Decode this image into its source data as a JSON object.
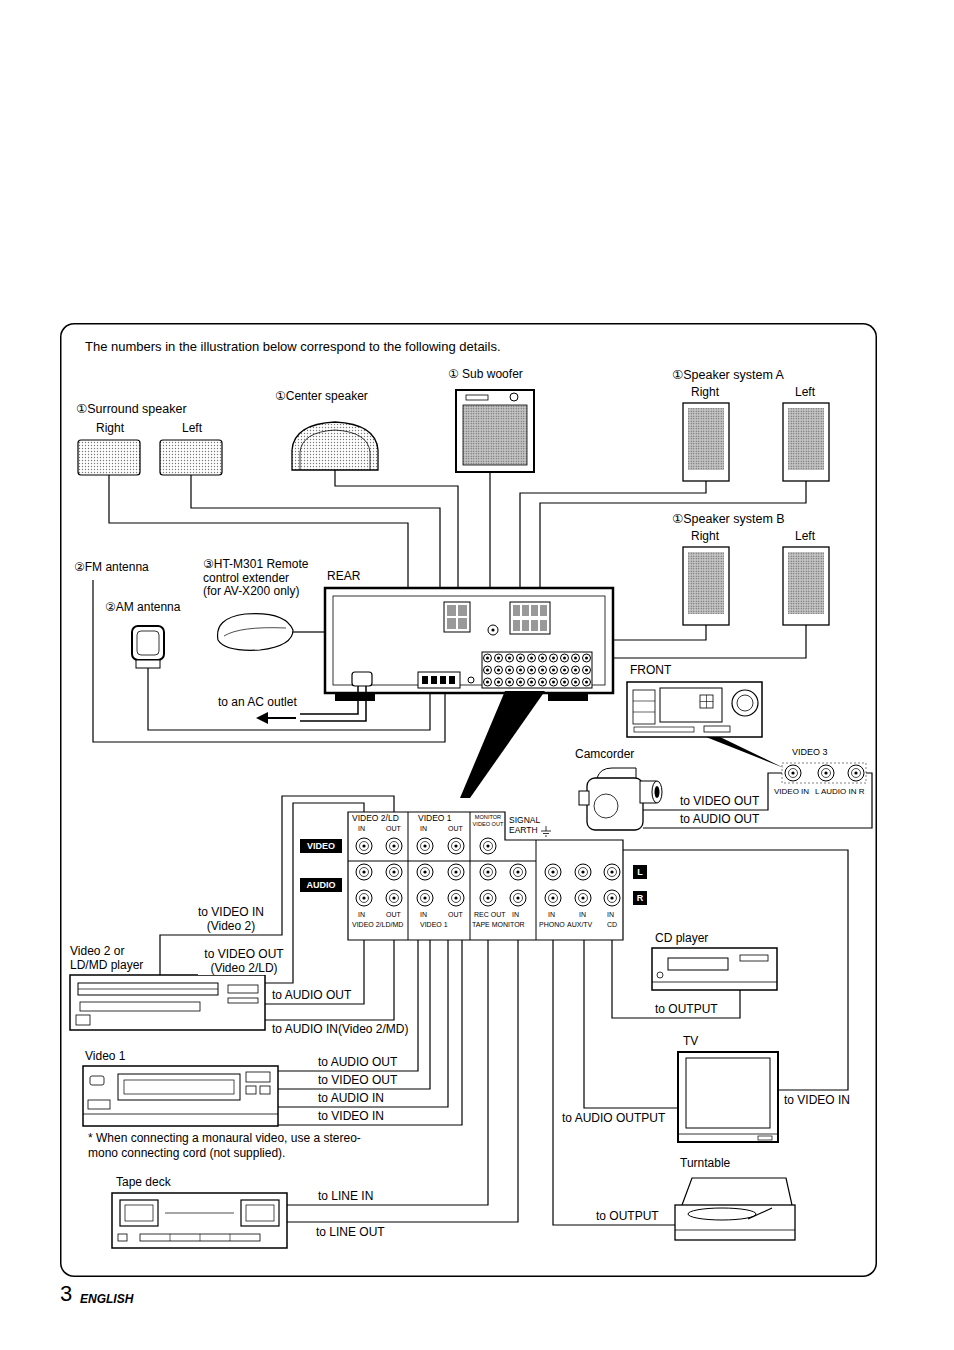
{
  "diagram": {
    "nodes": [
      {
        "text": [
          "The numbers in the illustration below correspond to the following details."
        ]
      },
      {
        "text": [
          "Right"
        ],
        "in": 0
      },
      {
        "text": [
          "Left"
        ],
        "in": 0
      },
      {
        "text": [
          "①Center speaker"
        ],
        "in": 0
      },
      {
        "text": [
          "① Sub woofer"
        ],
        "in": 0
      },
      {
        "text": [
          "Right"
        ],
        "in": 0
      },
      {
        "text": [
          "Left"
        ],
        "in": 0
      },
      {
        "text": [
          "Right"
        ],
        "in": 0
      },
      {
        "text": [
          "Left"
        ],
        "in": 0
      },
      {
        "text": [
          "②FM antenna"
        ],
        "in": 0
      },
      {
        "text": [
          "②AM antenna"
        ],
        "in": 0
      },
      {
        "text": [
          "③HT-M301 Remote control extender (for AV-X200 only)"
        ],
        "in": 0
      },
      {
        "text": [
          "REAR"
        ],
        "in": 0
      },
      {
        "text": [
          "FRONT"
        ],
        "in": 0
      },
      {
        "text": [
          "VIDEO 3",
          "VIDEO IN",
          "L AUDIO IN R"
        ],
        "in": 0
      },
      {
        "text": [
          "Camcorder"
        ],
        "in": 0
      },
      {
        "text": [
          "VIDEO 2/LD",
          "IN",
          "OUT",
          "VIDEO 1",
          "IN",
          "OUT",
          "MONITOR VIDEO OUT",
          "SIGNAL EARTH",
          "IN",
          "OUT",
          "IN",
          "OUT",
          "REC OUT",
          "IN",
          "IN",
          "IN",
          "IN",
          "VIDEO 2/LD/MD",
          "VIDEO 1",
          "TAPE MONITOR",
          "PHONO",
          "AUX/TV",
          "CD"
        ],
        "in": 0
      },
      {
        "text": [
          "Video 2 or LD/MD player"
        ],
        "in": 0
      },
      {
        "text": [
          "Video 1"
        ],
        "in": 0
      },
      {
        "text": [
          "Tape deck"
        ],
        "in": 0
      },
      {
        "text": [
          "CD player"
        ],
        "in": 0
      },
      {
        "text": [
          "TV"
        ],
        "in": 0
      },
      {
        "text": [
          "Turntable"
        ],
        "in": 0
      }
    ],
    "edges": [
      {
        "from": 1,
        "to": 12,
        "arrow": "none"
      },
      {
        "from": 2,
        "to": 12,
        "arrow": "none"
      },
      {
        "from": 3,
        "to": 12,
        "arrow": "none"
      },
      {
        "from": 4,
        "to": 12,
        "arrow": "none"
      },
      {
        "from": 5,
        "to": 12,
        "arrow": "none"
      },
      {
        "from": 6,
        "to": 12,
        "arrow": "none"
      },
      {
        "from": 7,
        "to": 12,
        "arrow": "none"
      },
      {
        "from": 8,
        "to": 12,
        "arrow": "none"
      },
      {
        "from": 9,
        "to": 12,
        "arrow": "none"
      },
      {
        "from": 10,
        "to": 12,
        "arrow": "none"
      },
      {
        "from": 11,
        "to": 12,
        "arrow": "none"
      },
      {
        "from": 15,
        "to": 14,
        "label": "to VIDEO OUT",
        "arrow": "none"
      },
      {
        "from": 15,
        "to": 14,
        "label": "to AUDIO OUT",
        "arrow": "none"
      },
      {
        "from": 17,
        "to": 16,
        "label": "to VIDEO IN (Video 2)",
        "arrow": "none"
      },
      {
        "from": 17,
        "to": 16,
        "label": "to VIDEO OUT (Video 2/LD)",
        "arrow": "none"
      },
      {
        "from": 17,
        "to": 16,
        "label": "to AUDIO OUT",
        "arrow": "none"
      },
      {
        "from": 17,
        "to": 16,
        "label": "to AUDIO IN(Video 2/MD)",
        "arrow": "none"
      },
      {
        "from": 18,
        "to": 16,
        "label": "to AUDIO OUT",
        "arrow": "none"
      },
      {
        "from": 18,
        "to": 16,
        "label": "to VIDEO OUT",
        "arrow": "none"
      },
      {
        "from": 18,
        "to": 16,
        "label": "to AUDIO IN",
        "arrow": "none"
      },
      {
        "from": 18,
        "to": 16,
        "label": "to VIDEO IN",
        "arrow": "none"
      },
      {
        "from": 19,
        "to": 16,
        "label": "to LINE IN",
        "arrow": "none"
      },
      {
        "from": 19,
        "to": 16,
        "label": "to LINE OUT",
        "arrow": "none"
      },
      {
        "from": 20,
        "to": 16,
        "label": "to OUTPUT",
        "arrow": "none"
      },
      {
        "from": 21,
        "to": 16,
        "label": "to AUDIO OUTPUT",
        "arrow": "none"
      },
      {
        "from": 21,
        "to": 16,
        "label": "to VIDEO IN",
        "arrow": "none"
      },
      {
        "from": 22,
        "to": 16,
        "label": "to OUTPUT",
        "arrow": "none"
      }
    ],
    "labels": [
      "①Surround speaker",
      "①Speaker system A",
      "①Speaker system B",
      "to an AC outlet",
      "VIDEO",
      "AUDIO",
      "L",
      "R",
      "* When connecting a monaural video, use a stereo-mono connecting cord (not supplied).",
      "3",
      "ENGLISH"
    ]
  }
}
